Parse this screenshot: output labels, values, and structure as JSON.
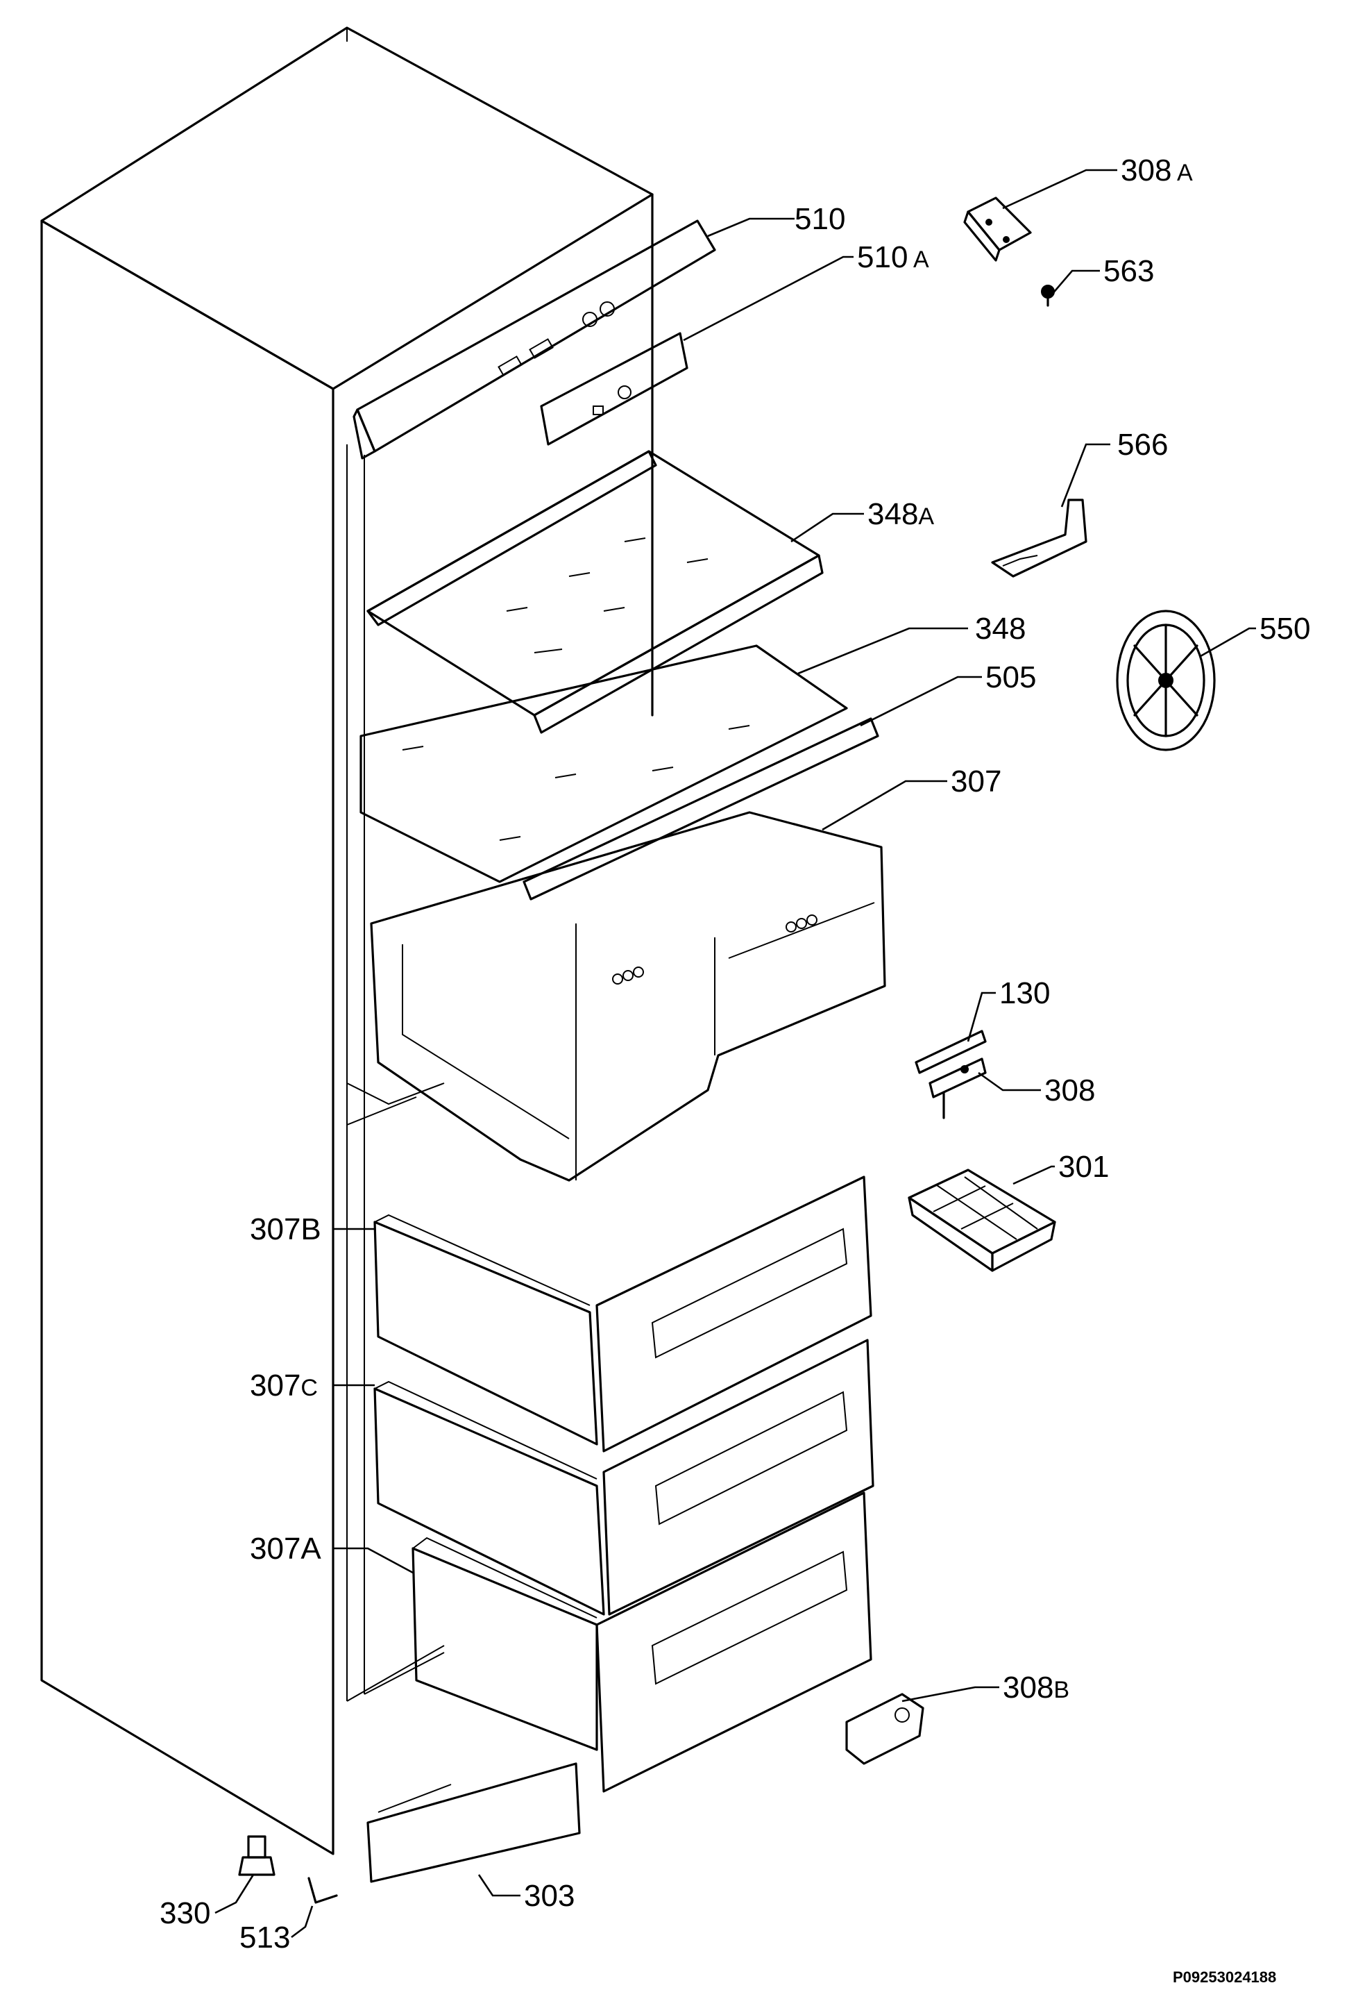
{
  "diagram": {
    "document_id": "P09253024188",
    "callouts": [
      {
        "id": "510",
        "main": "510",
        "suffix": ""
      },
      {
        "id": "510A",
        "main": "510",
        "suffix": " A"
      },
      {
        "id": "308A",
        "main": "308",
        "suffix": " A"
      },
      {
        "id": "563",
        "main": "563",
        "suffix": ""
      },
      {
        "id": "566",
        "main": "566",
        "suffix": ""
      },
      {
        "id": "348A",
        "main": "348",
        "suffix": "A"
      },
      {
        "id": "348",
        "main": "348",
        "suffix": ""
      },
      {
        "id": "550",
        "main": "550",
        "suffix": ""
      },
      {
        "id": "505",
        "main": "505",
        "suffix": ""
      },
      {
        "id": "307",
        "main": "307",
        "suffix": ""
      },
      {
        "id": "130",
        "main": "130",
        "suffix": ""
      },
      {
        "id": "308",
        "main": "308",
        "suffix": ""
      },
      {
        "id": "301",
        "main": "301",
        "suffix": ""
      },
      {
        "id": "307B",
        "main": "307B",
        "suffix": ""
      },
      {
        "id": "307C",
        "main": "307",
        "suffix": "C"
      },
      {
        "id": "307A",
        "main": "307A",
        "suffix": ""
      },
      {
        "id": "308B",
        "main": "308",
        "suffix": "B"
      },
      {
        "id": "303",
        "main": "303",
        "suffix": ""
      },
      {
        "id": "330",
        "main": "330",
        "suffix": ""
      },
      {
        "id": "513",
        "main": "513",
        "suffix": ""
      }
    ]
  }
}
